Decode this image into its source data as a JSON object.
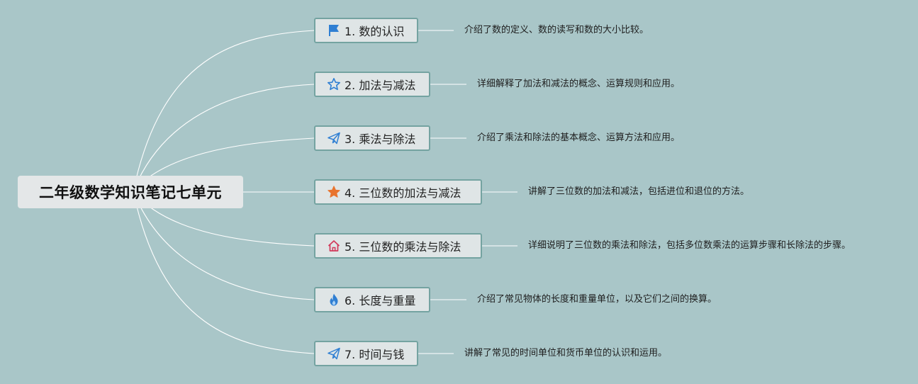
{
  "root": {
    "title": "二年级数学知识笔记七单元"
  },
  "topics": [
    {
      "label": "1. 数的认识",
      "icon": "flag-icon",
      "icon_color": "#2f7fd3",
      "description": "介绍了数的定义、数的读写和数的大小比较。"
    },
    {
      "label": "2. 加法与减法",
      "icon": "star-outline-icon",
      "icon_color": "#2f7fd3",
      "description": "详细解释了加法和减法的概念、运算规则和应用。"
    },
    {
      "label": "3. 乘法与除法",
      "icon": "paper-plane-icon",
      "icon_color": "#2f7fd3",
      "description": "介绍了乘法和除法的基本概念、运算方法和应用。"
    },
    {
      "label": "4. 三位数的加法与减法",
      "icon": "star-filled-icon",
      "icon_color": "#e8732d",
      "description": "讲解了三位数的加法和减法，包括进位和退位的方法。"
    },
    {
      "label": "5. 三位数的乘法与除法",
      "icon": "home-icon",
      "icon_color": "#d23a5b",
      "description": "详细说明了三位数的乘法和除法，包括多位数乘法的运算步骤和长除法的步骤。"
    },
    {
      "label": "6. 长度与重量",
      "icon": "fire-icon",
      "icon_color": "#2f7fd3",
      "description": "介绍了常见物体的长度和重量单位，以及它们之间的换算。"
    },
    {
      "label": "7. 时间与钱",
      "icon": "paper-plane-icon",
      "icon_color": "#2f7fd3",
      "description": "讲解了常见的时间单位和货币单位的认识和运用。"
    }
  ]
}
